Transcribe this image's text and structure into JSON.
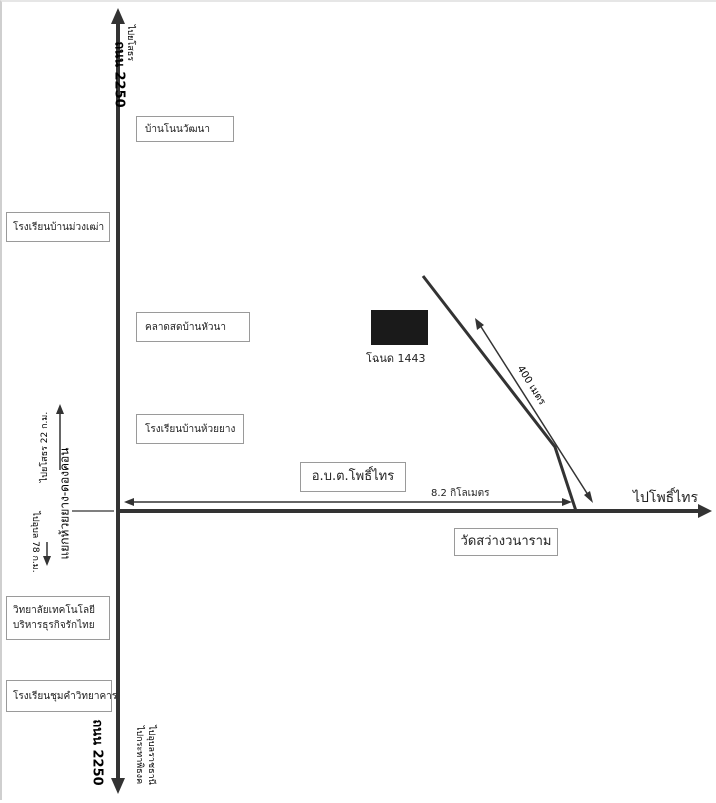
{
  "road_label_top": "ถนน 2250",
  "road_label_bottom": "ถนน 2250",
  "direction_north": "ไปยโสธร",
  "direction_south_1": "ไปกระทาพิธงค",
  "direction_south_2": "ไปอุบลราชธานี",
  "direction_east": "ไปโพธิ์ไทร",
  "junction_name": "แยกห้วยยาง-ดองคอน",
  "junction_to_yasothon": "ไปยโสธร 22 ก.ม.",
  "junction_to_ubon": "ไปอุบล 78 ก.ม.",
  "places": {
    "ban_non_watthana": "บ้านโนนวัฒนา",
    "school_ban_muang_lao": "โรงเรียนบ้านม่วงเฒ่า",
    "market_ban_hua_na": "คลาดสดบ้านหัวนา",
    "school_ban_huai_yang": "โรงเรียนบ้านห้วยยาง",
    "college_line1": "วิทยาลัยเทคโนโลยี",
    "college_line2": "บริหารธุรกิจรักไทย",
    "school_chum_kham": "โรงเรียนชุมคำวิทยาคาร",
    "district_office": "อ.บ.ต.โพธิ์ไทร",
    "temple": "วัดสว่างวนาราม"
  },
  "parcel_label": "โฉนด 1443",
  "distance_main": "8.2 กิโลเมตร",
  "distance_branch": "400 เมตร"
}
